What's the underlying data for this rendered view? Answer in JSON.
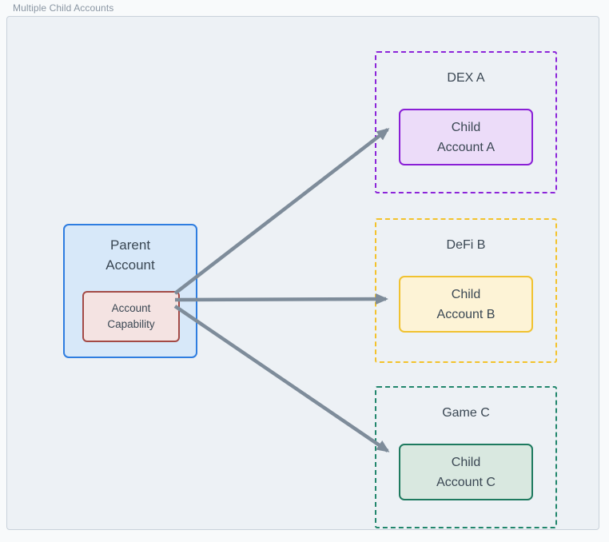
{
  "title": "Multiple Child Accounts",
  "parent": {
    "label": "Parent\nAccount",
    "capability_label": "Account\nCapability",
    "fill": "#d7e8f9",
    "border": "#2e7de0",
    "capability_fill": "#f4e3e2",
    "capability_border": "#a34a46"
  },
  "environments": [
    {
      "name": "DEX A",
      "child_label": "Child\nAccount A",
      "dash_color": "#8c25d9",
      "child_fill": "#ecdcf9",
      "child_border": "#8a1fd6"
    },
    {
      "name": "DeFi B",
      "child_label": "Child\nAccount B",
      "dash_color": "#f3c22b",
      "child_fill": "#fdf3d6",
      "child_border": "#f0c231"
    },
    {
      "name": "Game C",
      "child_label": "Child\nAccount C",
      "dash_color": "#21866c",
      "child_fill": "#d9e8e0",
      "child_border": "#1e7a5f"
    }
  ],
  "arrow_color": "#7e8c9a",
  "canvas_bg": "#edf1f5",
  "canvas_border": "#c9d1da",
  "text_color": "#3a4753",
  "title_color": "#8a96a3"
}
